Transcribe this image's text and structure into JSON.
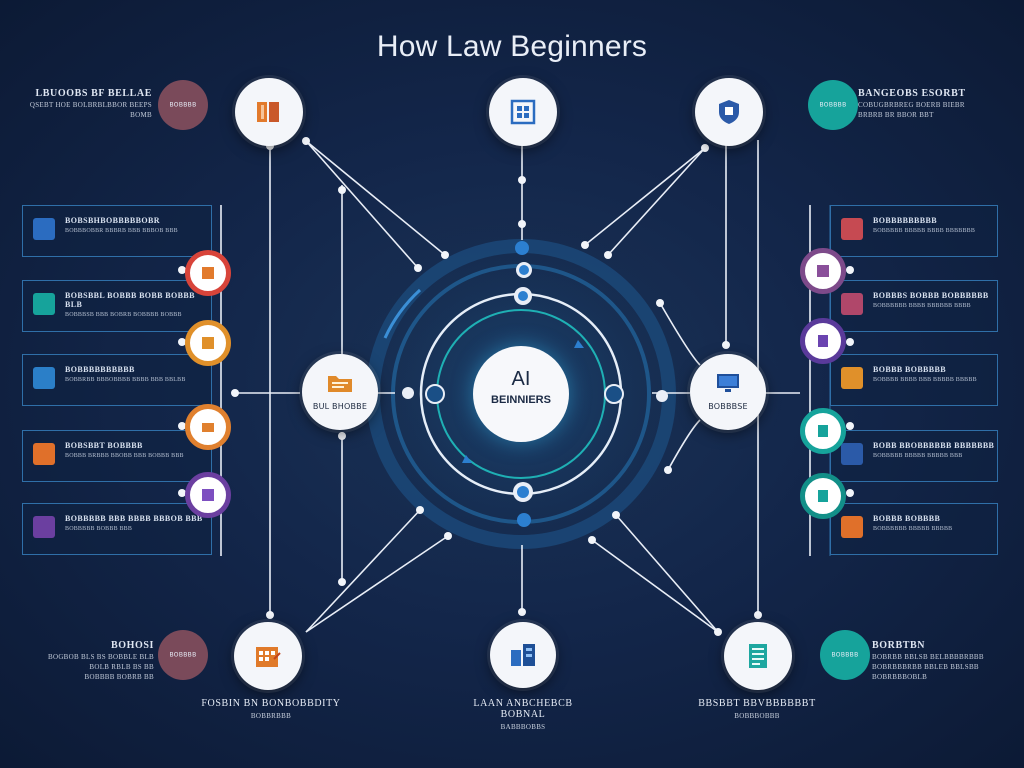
{
  "title": "How Law Beginners",
  "center": {
    "line1": "AI",
    "line2": "BEINNIERS"
  },
  "top_left_text": {
    "head": "LBUOOBS BF BELLAE",
    "lines": [
      "QSEBT HOE BOLBRBLBBOR BEEPS",
      "BOMB"
    ]
  },
  "top_right_text": {
    "head": "BANGEOBS ESORBT",
    "lines": [
      "COBUGBRBREG BOERB BIEBR",
      "BRBRB BR BBOR BBT"
    ]
  },
  "bottom_left_text": {
    "head": "BOHOSI",
    "lines": [
      "BOGBOB BLS BS BOBBLE BLB",
      "BOLB RBLB BS BB",
      "BOBBBB BOBRB BB"
    ]
  },
  "bottom_right_text": {
    "head": "BORBTBN",
    "lines": [
      "BOBRBB BBLSB BELBBBBRBBB",
      "BOBRBBBRBB BBLEB BBLSBB",
      "BOBRBBBOBLB"
    ]
  },
  "bottom_captions": [
    {
      "head": "FOSBIN BN BONBOBBDITY",
      "sub": "BOBBRBBB"
    },
    {
      "head": "LAAN ANBCHEBCB BOBNAL",
      "sub": "BABBBOBBS"
    },
    {
      "head": "BBSBBT BBVBBBBBBT",
      "sub": "BOBBBOBBB"
    }
  ],
  "mid_labels": {
    "left": "BUL BHOBBE",
    "right": "BOBBBSE"
  },
  "left_panels": [
    {
      "head": "BOBSBHBOBBBBBOBR",
      "desc": "BOBBBOBBR BBBRB BBB BBBOB BBB"
    },
    {
      "head": "BOBSBBL BOBBB BOBB BOBBB BLB",
      "desc": "BOBBBSB BBB BOBRB BOBBBB BOBBB"
    },
    {
      "head": "BOBBBBBBBBBB",
      "desc": "BOBBRBB BBBOBBBB BBBB BBB BBLBB"
    },
    {
      "head": "BOBSBBT BOBBBB",
      "desc": "BOBBB BRBBB BBOBB BBB BOBBB BBB"
    },
    {
      "head": "BOBBBBB BBB BBBB BBBOB BBB",
      "desc": "BOBBBBB BOBBB BBB"
    }
  ],
  "right_panels": [
    {
      "head": "BOBBBBBBBBB",
      "desc": "BOBBBBB BBBBB BBBB BBBBBBB"
    },
    {
      "head": "BOBBBS BOBBB BOBBBBBB",
      "desc": "BOBBBBBB BBBB BBBBBB BBBB"
    },
    {
      "head": "BOBBB BOBBBBB",
      "desc": "BOBBBB BBBB BBB BBBBB BBBBB"
    },
    {
      "head": "BOBB BBOBBBBBB BBBBBBB",
      "desc": "BOBBBBB BBBBB BBBBB BBB"
    },
    {
      "head": "BOBBB BOBBBB",
      "desc": "BOBBBBBB BBBBB BBBBB"
    }
  ],
  "dot_labels": {
    "tl": "BOBBBB",
    "tr": "BOBBBB",
    "bl": "BOBBBB",
    "br": "BOBBBB"
  },
  "colors": {
    "background": "#13264a",
    "line": "#e9eef7",
    "ring_outer": "#1c4a7a",
    "ring_teal": "#1fb0b4",
    "panel_border": "#2f6fa8",
    "orange": "#e0802e",
    "purple": "#6b3fa0",
    "teal": "#16a39b",
    "maroon": "#7a4a5a",
    "blue": "#2b6cc0",
    "red": "#d8443a"
  },
  "icons": [
    "book-icon",
    "grid-icon",
    "shield-icon",
    "folder-icon",
    "monitor-icon",
    "calendar-icon",
    "building-icon",
    "document-icon"
  ]
}
